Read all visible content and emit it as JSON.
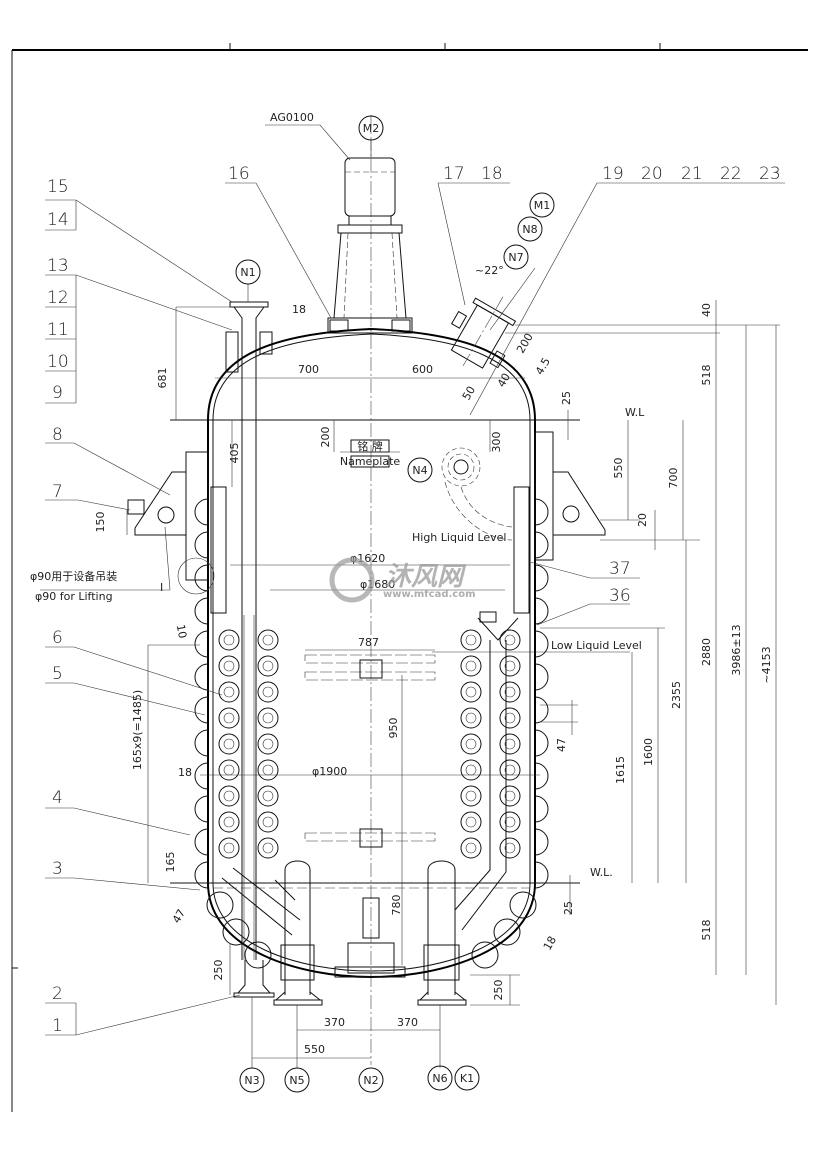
{
  "drawing": {
    "motor_model": "AG0100",
    "part_numbers_left": [
      "15",
      "14",
      "13",
      "12",
      "11",
      "10",
      "9",
      "8",
      "7",
      "6",
      "5",
      "4",
      "3",
      "2",
      "1"
    ],
    "part_numbers_top": [
      "16",
      "17",
      "18",
      "19",
      "20",
      "21",
      "22",
      "23"
    ],
    "part_numbers_right": [
      "37",
      "36"
    ],
    "nozzle_tags": {
      "M2": "M2",
      "N1": "N1",
      "M1": "M1",
      "N8": "N8",
      "N7": "N7",
      "N4": "N4",
      "N3": "N3",
      "N5": "N5",
      "N2": "N2",
      "N6": "N6",
      "K1": "K1"
    },
    "nameplate_cn": "铭 牌",
    "nameplate_en": "Nameplate",
    "lifting_cn": "φ90用于设备吊装",
    "lifting_en": "φ90 for Lifting",
    "detail_mark": "I",
    "angle": "~22°",
    "high_liquid_level": "High Liquid Level",
    "low_liquid_level": "Low Liquid Level",
    "wl_top": "W.L",
    "wl_bottom": "W.L.",
    "dims": {
      "d681": "681",
      "d18a": "18",
      "d700a": "700",
      "d600": "600",
      "d200a": "200",
      "d4_5": "4.5",
      "d40a": "40",
      "d50": "50",
      "d40b": "40",
      "d518a": "518",
      "d25a": "25",
      "d200b": "200",
      "d405": "405",
      "d300": "300",
      "d550a": "550",
      "d700b": "700",
      "d150": "150",
      "d20": "20",
      "d1620": "φ1620",
      "d1680": "φ1680",
      "d787": "787",
      "d10": "10",
      "d950": "950",
      "d47a": "47",
      "d1615": "1615",
      "d1600": "1600",
      "d2355": "2355",
      "d2880": "2880",
      "d3986": "3986±13",
      "d4153": "~4153",
      "d165x9": "165x9(=1485)",
      "d18b": "18",
      "d1900": "φ1900",
      "d165": "165",
      "d780": "780",
      "d25b": "25",
      "d518b": "518",
      "d47b": "47",
      "d18c": "18",
      "d250a": "250",
      "d250b": "250",
      "d370a": "370",
      "d370b": "370",
      "d550b": "550"
    }
  },
  "watermark": {
    "brand": "沐风网",
    "url": "www.mfcad.com"
  }
}
